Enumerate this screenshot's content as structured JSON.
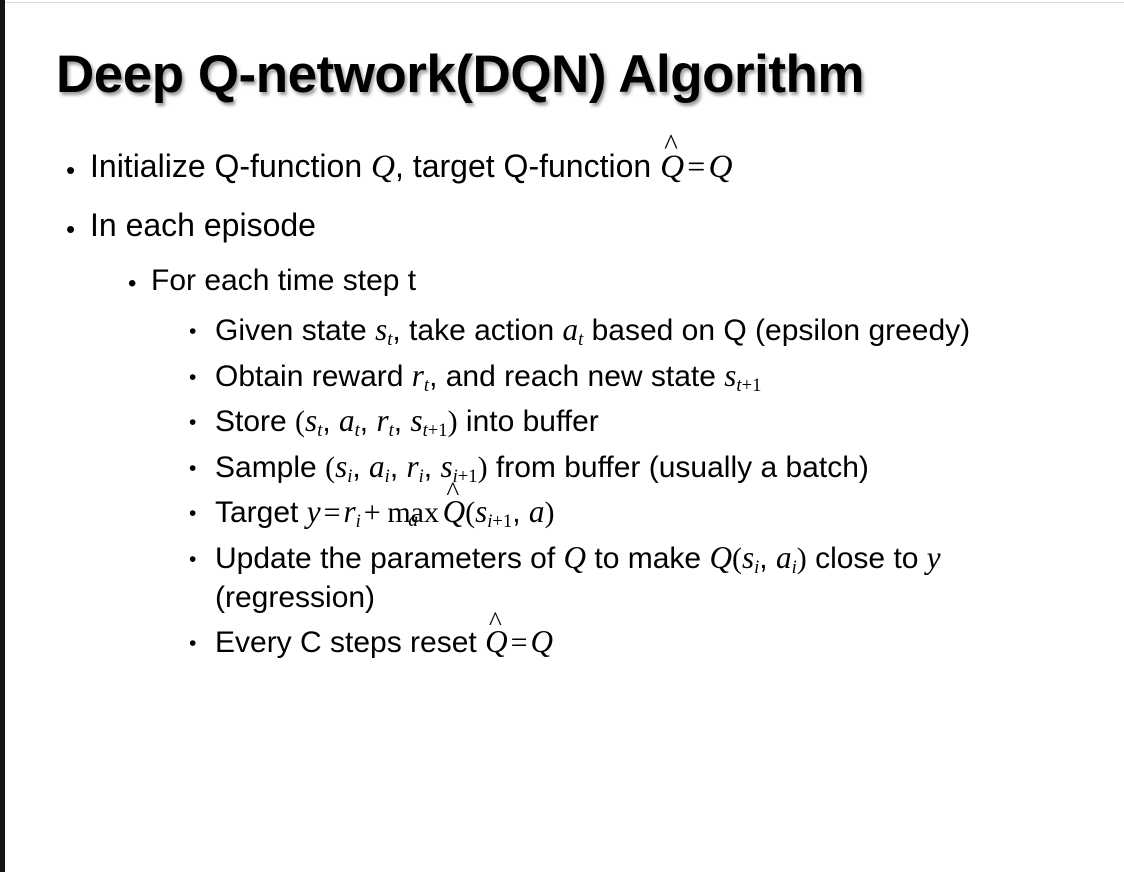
{
  "slide": {
    "title": "Deep Q-network(DQN) Algorithm",
    "background_color": "#ffffff",
    "text_color": "#000000",
    "bullet_glyph": "•"
  },
  "content": {
    "b1": {
      "pre": "Initialize Q-function ",
      "var_q1": "Q",
      "mid": ", target Q-function ",
      "qhat": "Q",
      "hat": "^",
      "eq": "=",
      "var_q2": "Q"
    },
    "b2": {
      "text": "In each episode"
    },
    "b3": {
      "text": "For each time step t"
    },
    "b4": {
      "pre": "Given state ",
      "var_s": "s",
      "sub_s": "t",
      "mid": ", take action ",
      "var_a": "a",
      "sub_a": "t",
      "post": " based on Q (epsilon greedy)"
    },
    "b5": {
      "pre": "Obtain reward ",
      "var_r": "r",
      "sub_r": "t",
      "mid": ", and reach new state ",
      "var_s": "s",
      "sub_s_var": "t",
      "sub_s_up": "+1"
    },
    "b6": {
      "pre": "Store ",
      "paren_open": "(",
      "var_s1": "s",
      "sub_s1": "t",
      "c1": ", ",
      "var_a": "a",
      "sub_a": "t",
      "c2": ", ",
      "var_r": "r",
      "sub_r": "t",
      "c3": ", ",
      "var_s2": "s",
      "sub_s2_var": "t",
      "sub_s2_up": "+1",
      "paren_close": ")",
      "post": " into buffer"
    },
    "b7": {
      "pre": "Sample ",
      "paren_open": "(",
      "var_s1": "s",
      "sub_s1": "i",
      "c1": ", ",
      "var_a": "a",
      "sub_a": "i",
      "c2": ", ",
      "var_r": "r",
      "sub_r": "i",
      "c3": ", ",
      "var_s2": "s",
      "sub_s2_var": "i",
      "sub_s2_up": "+1",
      "paren_close": ")",
      "post": " from buffer (usually a batch)"
    },
    "b8": {
      "pre": "Target ",
      "var_y": "y",
      "eq": "=",
      "var_r": "r",
      "sub_r": "i",
      "plus": "+",
      "max": "max",
      "max_limit": "a",
      "qhat": "Q",
      "hat": "^",
      "paren_open": "(",
      "var_s": "s",
      "sub_s_var": "i",
      "sub_s_up": "+1",
      "comma": ", ",
      "var_a": "a",
      "paren_close": ")"
    },
    "b9": {
      "pre": "Update the parameters of ",
      "var_q1": "Q",
      "mid": " to make ",
      "var_q2": "Q",
      "paren_open": "(",
      "var_s": "s",
      "sub_s": "i",
      "comma": ", ",
      "var_a": "a",
      "sub_a": "i",
      "paren_close": ")",
      "post": " close to ",
      "var_y": "y",
      "tail": " (regression)"
    },
    "b10": {
      "pre": "Every C steps reset ",
      "qhat": "Q",
      "hat": "^",
      "eq": "=",
      "var_q": "Q"
    }
  }
}
